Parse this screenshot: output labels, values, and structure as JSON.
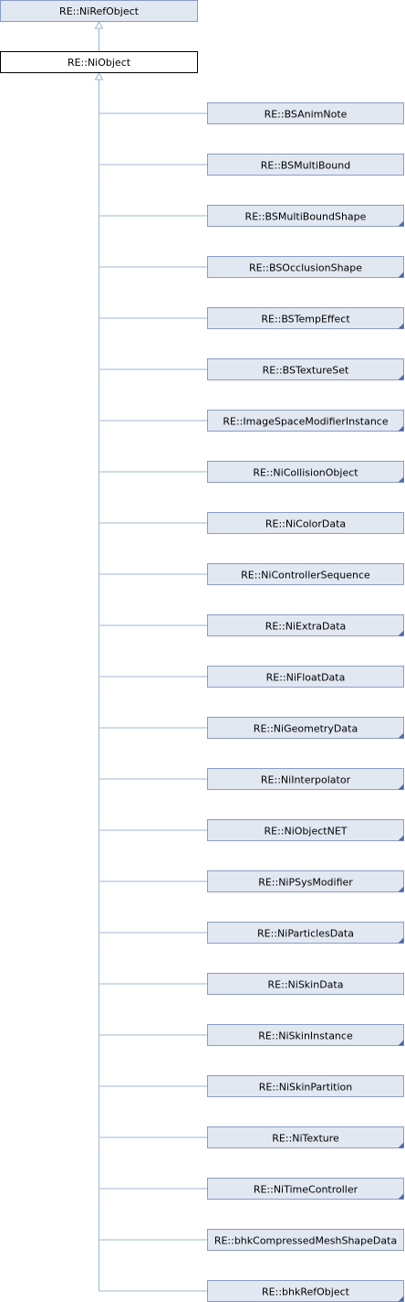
{
  "diagram": {
    "top_node": {
      "label": "RE::NiRefObject"
    },
    "focus_node": {
      "label": "RE::NiObject"
    },
    "children": [
      {
        "label": "RE::BSAnimNote",
        "has_children": false
      },
      {
        "label": "RE::BSMultiBound",
        "has_children": false
      },
      {
        "label": "RE::BSMultiBoundShape",
        "has_children": true
      },
      {
        "label": "RE::BSOcclusionShape",
        "has_children": true
      },
      {
        "label": "RE::BSTempEffect",
        "has_children": true
      },
      {
        "label": "RE::BSTextureSet",
        "has_children": true
      },
      {
        "label": "RE::ImageSpaceModifierInstance",
        "has_children": true
      },
      {
        "label": "RE::NiCollisionObject",
        "has_children": true
      },
      {
        "label": "RE::NiColorData",
        "has_children": false
      },
      {
        "label": "RE::NiControllerSequence",
        "has_children": false
      },
      {
        "label": "RE::NiExtraData",
        "has_children": true
      },
      {
        "label": "RE::NiFloatData",
        "has_children": false
      },
      {
        "label": "RE::NiGeometryData",
        "has_children": true
      },
      {
        "label": "RE::NiInterpolator",
        "has_children": true
      },
      {
        "label": "RE::NiObjectNET",
        "has_children": true
      },
      {
        "label": "RE::NiPSysModifier",
        "has_children": true
      },
      {
        "label": "RE::NiParticlesData",
        "has_children": true
      },
      {
        "label": "RE::NiSkinData",
        "has_children": false
      },
      {
        "label": "RE::NiSkinInstance",
        "has_children": true
      },
      {
        "label": "RE::NiSkinPartition",
        "has_children": false
      },
      {
        "label": "RE::NiTexture",
        "has_children": true
      },
      {
        "label": "RE::NiTimeController",
        "has_children": true
      },
      {
        "label": "RE::bhkCompressedMeshShapeData",
        "has_children": false
      },
      {
        "label": "RE::bhkRefObject",
        "has_children": true
      }
    ],
    "colors": {
      "node_fill": "#e2e8f2",
      "node_border": "#8a9cc4",
      "focus_fill": "#ffffff",
      "focus_border": "#000000",
      "edge": "#9fb6d0",
      "corner_marker": "#4a6aa8"
    }
  }
}
